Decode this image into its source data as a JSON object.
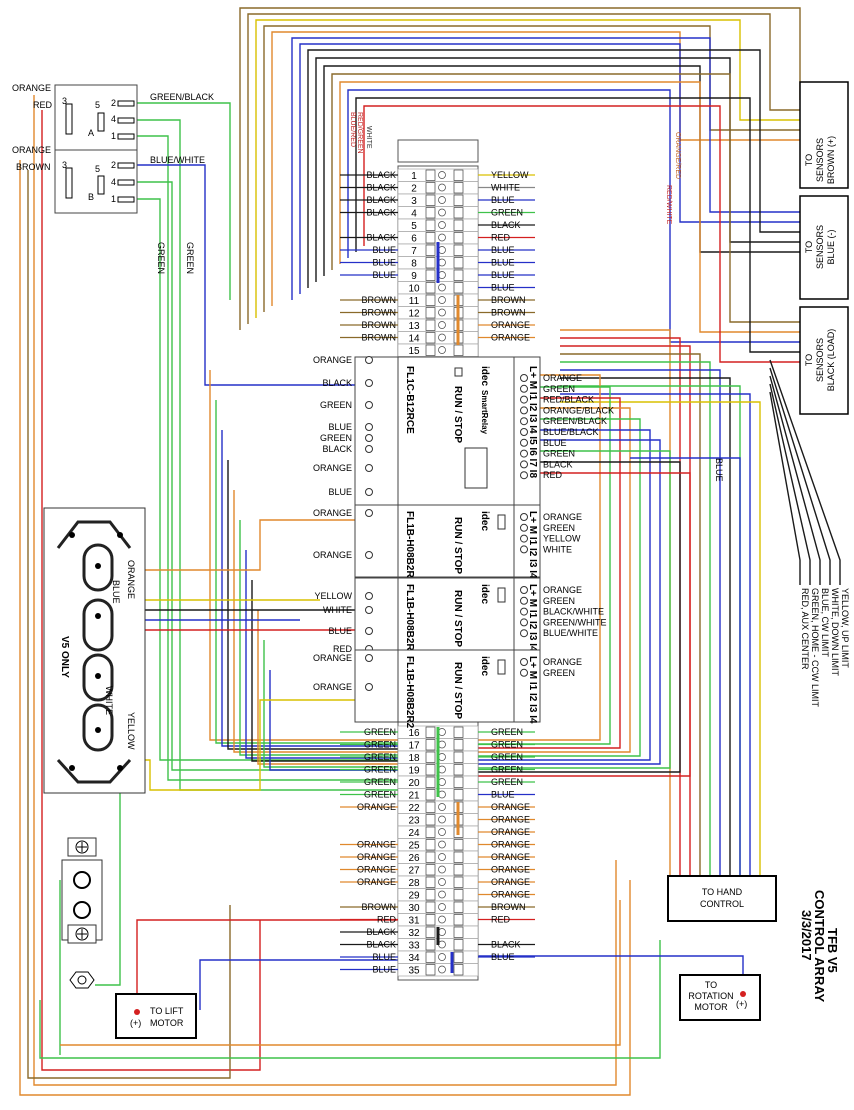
{
  "title": {
    "line1": "TFB V5",
    "line2": "CONTROL ARRAY",
    "date": "3/3/2017"
  },
  "sensors": [
    {
      "line1": "TO",
      "line2": "SENSORS",
      "line3": "BROWN (+)"
    },
    {
      "line1": "TO",
      "line2": "SENSORS",
      "line3": "BLUE (-)"
    },
    {
      "line1": "TO",
      "line2": "SENSORS",
      "line3": "BLACK (LOAD)"
    }
  ],
  "limits": [
    "YELLOW, UP LIMIT",
    "WHITE, DOWN LIMIT",
    "BLUE, CW LIMIT",
    "GREEN, HOME - CCW LIMIT",
    "RED, AUX CENTER"
  ],
  "hand_control": {
    "line1": "TO HAND",
    "line2": "CONTROL"
  },
  "rotation_motor": {
    "line1": "TO",
    "line2": "ROTATION",
    "line3": "MOTOR",
    "plus": "(+)"
  },
  "lift_motor": {
    "line1": "TO LIFT",
    "line2": "MOTOR",
    "plus": "(+)"
  },
  "v5_only": "V5 ONLY",
  "relays": {
    "a": "A",
    "b": "B",
    "left_labels": [
      "ORANGE",
      "RED",
      "ORANGE",
      "BROWN"
    ],
    "right_labels": [
      "GREEN/BLACK",
      "BLUE/WHITE"
    ],
    "pins": [
      "2",
      "4",
      "1",
      "3",
      "5"
    ]
  },
  "terminals_top": [
    {
      "n": "1",
      "l": "BLACK",
      "r": "YELLOW"
    },
    {
      "n": "2",
      "l": "BLACK",
      "r": "WHITE"
    },
    {
      "n": "3",
      "l": "BLACK",
      "r": "BLUE"
    },
    {
      "n": "4",
      "l": "BLACK",
      "r": "GREEN"
    },
    {
      "n": "5",
      "l": "",
      "r": "BLACK"
    },
    {
      "n": "6",
      "l": "BLACK",
      "r": "RED"
    },
    {
      "n": "7",
      "l": "BLUE",
      "r": "BLUE"
    },
    {
      "n": "8",
      "l": "BLUE",
      "r": "BLUE"
    },
    {
      "n": "9",
      "l": "BLUE",
      "r": "BLUE"
    },
    {
      "n": "10",
      "l": "",
      "r": "BLUE"
    },
    {
      "n": "11",
      "l": "BROWN",
      "r": "BROWN"
    },
    {
      "n": "12",
      "l": "BROWN",
      "r": "BROWN"
    },
    {
      "n": "13",
      "l": "BROWN",
      "r": "ORANGE"
    },
    {
      "n": "14",
      "l": "BROWN",
      "r": "ORANGE"
    },
    {
      "n": "15",
      "l": "",
      "r": ""
    }
  ],
  "terminals_bottom": [
    {
      "n": "16",
      "l": "GREEN",
      "r": "GREEN"
    },
    {
      "n": "17",
      "l": "GREEN",
      "r": "GREEN"
    },
    {
      "n": "18",
      "l": "GREEN",
      "r": "GREEN"
    },
    {
      "n": "19",
      "l": "GREEN",
      "r": "GREEN"
    },
    {
      "n": "20",
      "l": "GREEN",
      "r": "GREEN"
    },
    {
      "n": "21",
      "l": "GREEN",
      "r": "BLUE"
    },
    {
      "n": "22",
      "l": "ORANGE",
      "r": "ORANGE"
    },
    {
      "n": "23",
      "l": "",
      "r": "ORANGE"
    },
    {
      "n": "24",
      "l": "",
      "r": "ORANGE"
    },
    {
      "n": "25",
      "l": "ORANGE",
      "r": "ORANGE"
    },
    {
      "n": "26",
      "l": "ORANGE",
      "r": "ORANGE"
    },
    {
      "n": "27",
      "l": "ORANGE",
      "r": "ORANGE"
    },
    {
      "n": "28",
      "l": "ORANGE",
      "r": "ORANGE"
    },
    {
      "n": "29",
      "l": "",
      "r": "ORANGE"
    },
    {
      "n": "30",
      "l": "BROWN",
      "r": "BROWN"
    },
    {
      "n": "31",
      "l": "RED",
      "r": "RED"
    },
    {
      "n": "32",
      "l": "BLACK",
      "r": ""
    },
    {
      "n": "33",
      "l": "BLACK",
      "r": "BLACK"
    },
    {
      "n": "34",
      "l": "BLUE",
      "r": "BLUE"
    },
    {
      "n": "35",
      "l": "BLUE",
      "r": ""
    }
  ],
  "top_vertical_labels": [
    "BLUE/RED",
    "RED/GREEN",
    "WHITE",
    "ORANGE/RED",
    "RED/WHITE"
  ],
  "plc_main": {
    "model": "FL1C-B12RCE",
    "brand": "idec",
    "brand2": "SmartRelay",
    "runstop": "RUN / STOP",
    "right_terms": "L+ M I1 I2 I3 I4 I5 I6 I7 I8",
    "left_labels": [
      "ORANGE",
      "BLACK",
      "GREEN",
      "BLUE",
      "GREEN",
      "BLACK",
      "ORANGE",
      "BLUE"
    ],
    "right_labels": [
      "ORANGE",
      "GREEN",
      "RED/BLACK",
      "ORANGE/BLACK",
      "GREEN/BLACK",
      "BLUE/BLACK",
      "BLUE",
      "GREEN",
      "BLACK",
      "RED"
    ]
  },
  "plc_exp": [
    {
      "model": "FL1B-H08B2R2",
      "brand": "idec",
      "runstop": "RUN / STOP",
      "right_terms": "L+ M I1 I2 I3 I4",
      "left_labels": [
        "ORANGE",
        "ORANGE"
      ],
      "right_labels": [
        "ORANGE",
        "GREEN",
        "YELLOW",
        "WHITE"
      ]
    },
    {
      "model": "FL1B-H08B2R2",
      "brand": "idec",
      "runstop": "RUN / STOP",
      "right_terms": "L+ M I1 I2 I3 I4",
      "left_labels": [
        "YELLOW",
        "WHITE",
        "BLUE",
        "RED"
      ],
      "right_labels": [
        "ORANGE",
        "GREEN",
        "BLACK/WHITE",
        "GREEN/WHITE",
        "BLUE/WHITE"
      ]
    },
    {
      "model": "FL1B-H08B2R2",
      "brand": "idec",
      "runstop": "RUN / STOP",
      "right_terms": "L+ M I1 I2 I3 I4",
      "left_labels": [
        "ORANGE",
        "ORANGE"
      ],
      "right_labels": [
        "ORANGE",
        "GREEN"
      ]
    }
  ],
  "wire_labels": {
    "blue_right": "BLUE",
    "green_a": "GREEN",
    "green_b": "GREEN",
    "v5_blue": "BLUE",
    "v5_orange": "ORANGE",
    "v5_white": "WHITE",
    "v5_yellow": "YELLOW"
  },
  "wire_colors": {
    "orange": "#e0892d",
    "green": "#3fc24a",
    "blue": "#2530c8",
    "black": "#1a1a1a",
    "red": "#d42020",
    "brown": "#8a6a2a",
    "yellow": "#d9c000",
    "gray": "#888888"
  }
}
